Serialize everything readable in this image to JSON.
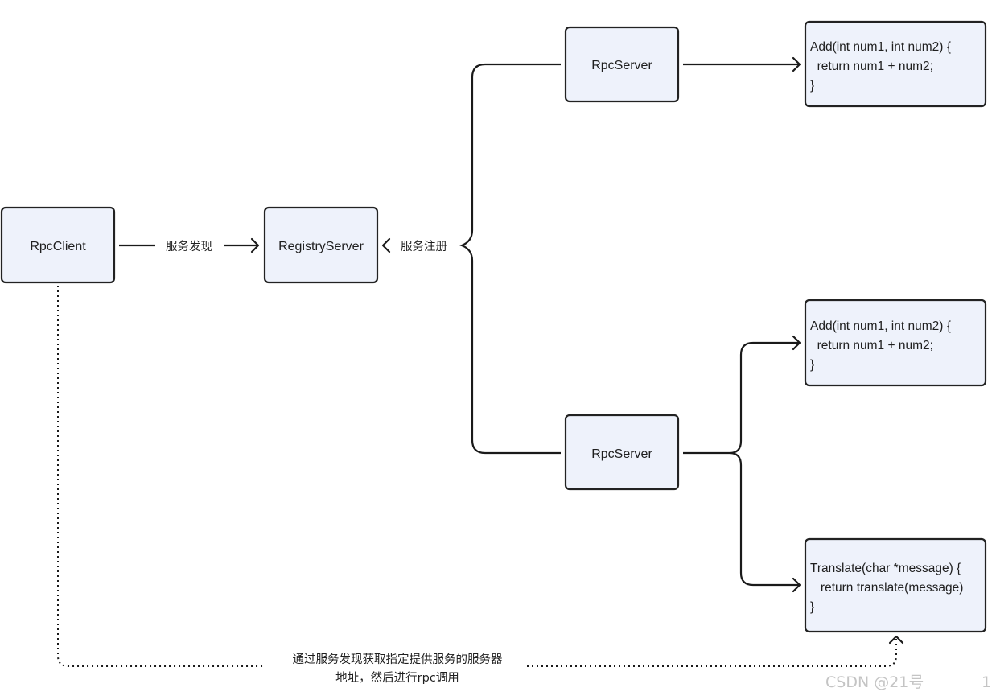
{
  "nodes": {
    "rpc_client": "RpcClient",
    "registry_server": "RegistryServer",
    "rpc_server_top": "RpcServer",
    "rpc_server_bottom": "RpcServer",
    "add_top": [
      "Add(int num1, int num2) {",
      "  return num1 + num2;",
      "}"
    ],
    "add_bottom": [
      "Add(int num1, int num2) {",
      "  return num1 + num2;",
      "}"
    ],
    "translate": [
      "Translate(char *message) {",
      "   return translate(message)",
      "}"
    ]
  },
  "edges": {
    "service_discovery": "服务发现",
    "service_registration": "服务注册",
    "rpc_call_line1": "通过服务发现获取指定提供服务的服务器",
    "rpc_call_line2": "地址，然后进行rpc调用"
  },
  "watermark": {
    "text": "CSDN @21号",
    "page_number": "1"
  }
}
